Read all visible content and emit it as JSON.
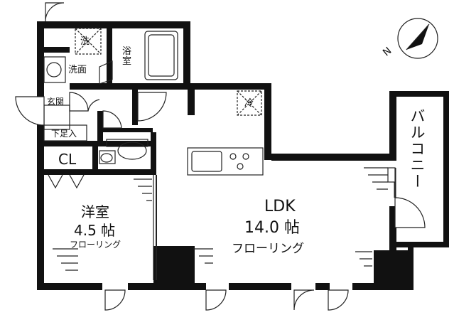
{
  "rooms": {
    "laundry": "洗",
    "bathroom": "浴室",
    "washroom": "洗面",
    "entrance": "玄関",
    "shoe_box": "下足入",
    "closet": "CL",
    "western_room": {
      "name": "洋室",
      "size": "4.5 帖",
      "floor": "フローリング"
    },
    "ldk": {
      "name": "LDK",
      "size": "14.0 帖",
      "floor": "フローリング"
    },
    "balcony": "バルコニー",
    "fridge": "冷"
  },
  "compass": {
    "label": "N"
  },
  "colors": {
    "wall": "#111111",
    "line": "#222222",
    "background": "#ffffff"
  }
}
